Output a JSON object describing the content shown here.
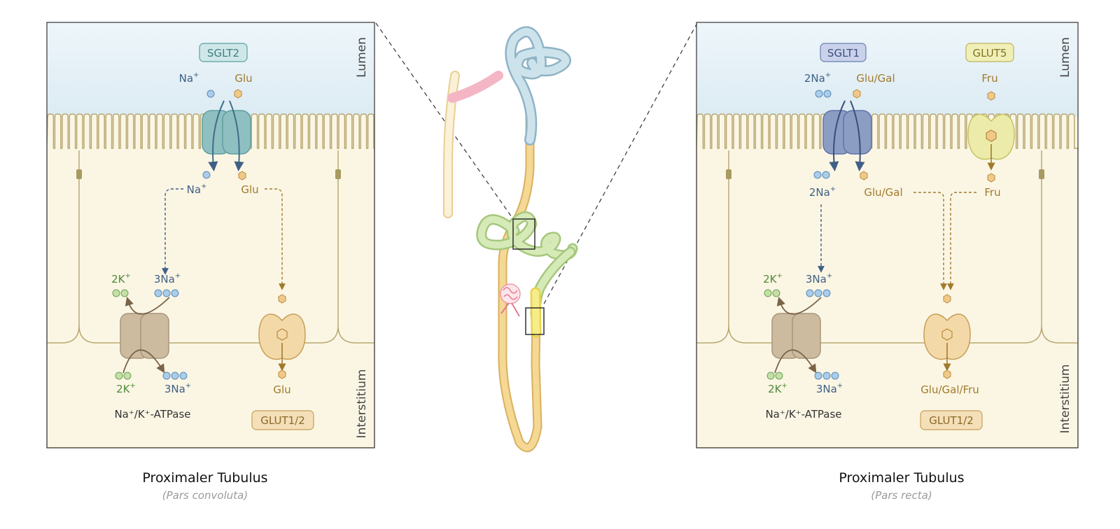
{
  "left_panel": {
    "lumen_label": "Lumen",
    "interstitium_label": "Interstitium",
    "transporter_apical": "SGLT2",
    "apical_na_top": "Na",
    "apical_glu_top": "Glu",
    "apical_na_bottom": "Na",
    "apical_glu_bottom": "Glu",
    "pump_2k_top": "2K",
    "pump_3na_top": "3Na",
    "pump_2k_bottom": "2K",
    "pump_3na_bottom": "3Na",
    "pump_name": "Na⁺/K⁺-ATPase",
    "basal_glu": "Glu",
    "transporter_basal": "GLUT1/2",
    "caption": "Proximaler Tubulus",
    "subcaption": "(Pars convoluta)"
  },
  "right_panel": {
    "lumen_label": "Lumen",
    "interstitium_label": "Interstitium",
    "transporter_apical_1": "SGLT1",
    "transporter_apical_2": "GLUT5",
    "apical_2na_top": "2Na",
    "apical_glugal_top": "Glu/Gal",
    "apical_fru_top": "Fru",
    "apical_2na_bottom": "2Na",
    "apical_glugal_bottom": "Glu/Gal",
    "apical_fru_bottom": "Fru",
    "pump_2k_top": "2K",
    "pump_3na_top": "3Na",
    "pump_2k_bottom": "2K",
    "pump_3na_bottom": "3Na",
    "pump_name": "Na⁺/K⁺-ATPase",
    "basal_sugars": "Glu/Gal/Fru",
    "transporter_basal": "GLUT1/2",
    "caption": "Proximaler Tubulus",
    "subcaption": "(Pars recta)"
  },
  "superscript_plus": "+",
  "colors": {
    "lumen": "#e3f0f6",
    "cell": "#fbf6e4",
    "interstitium": "#f8eef0",
    "sglt2": "#8fbfc0",
    "sglt1": "#8c9dc4",
    "glut5": "#ecebaa",
    "glut12": "#f4d9a8",
    "atpase": "#cdbba0",
    "na_blue": "#a9cdea",
    "k_green": "#c4e0a4",
    "sugar_gold": "#f0c98a"
  }
}
